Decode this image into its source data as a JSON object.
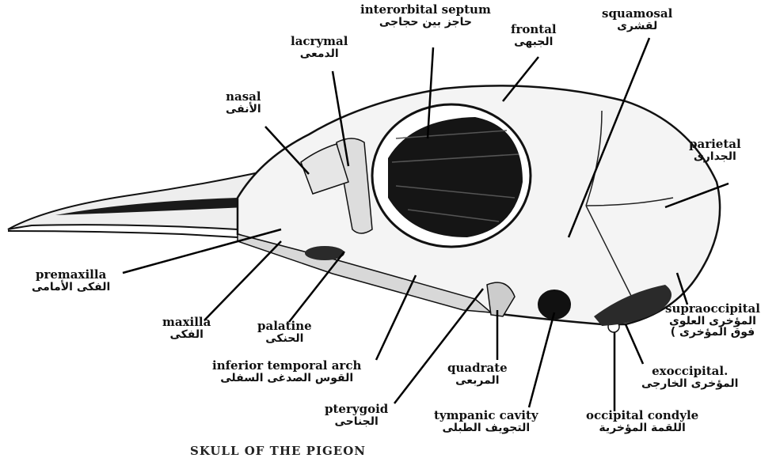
{
  "labels": {
    "interorbital_septum": {
      "en": "interorbital septum",
      "ar": "حاجز بين حجاجى"
    },
    "frontal": {
      "en": "frontal",
      "ar": "الجبهى"
    },
    "squamosal": {
      "en": "squamosal",
      "ar": "لقشرى"
    },
    "lacrymal": {
      "en": "lacrymal",
      "ar": "الدمعى"
    },
    "nasal": {
      "en": "nasal",
      "ar": "الأنفى"
    },
    "parietal": {
      "en": "parietal",
      "ar": "الجدارى"
    },
    "premaxilla": {
      "en": "premaxilla",
      "ar": "الفكى الأمامى"
    },
    "maxilla": {
      "en": "maxilla",
      "ar": "الفكى"
    },
    "palatine": {
      "en": "palatine",
      "ar": "الحنكى"
    },
    "inferior_temporal_arch": {
      "en": "inferior temporal arch",
      "ar": "القوس الصدغى السفلى"
    },
    "pterygoid": {
      "en": "pterygoid",
      "ar": "الجناحى"
    },
    "quadrate": {
      "en": "quadrate",
      "ar": "المربعى"
    },
    "tympanic_cavity": {
      "en": "tympanic cavity",
      "ar": "التجويف الطبلى"
    },
    "supraoccipital": {
      "en": "supraoccipital",
      "ar": "المؤخرى العلوى",
      "ar2": "فوق المؤخرى )"
    },
    "exoccipital": {
      "en": "exoccipital.",
      "ar": "المؤخرى الخارجى"
    },
    "occipital_condyle": {
      "en": "occipital condyle",
      "ar": "اللقمة المؤخرية"
    }
  },
  "caption": "SKULL OF THE PIGEON",
  "colors": {
    "ink": "#111111",
    "bone": "#f4f4f4",
    "shadow": "#1a1a1a"
  }
}
